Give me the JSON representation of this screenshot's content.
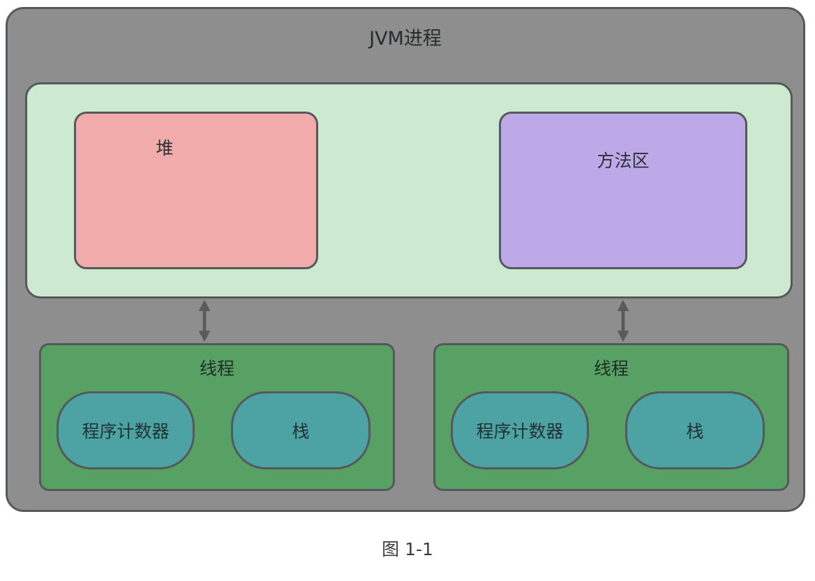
{
  "diagram": {
    "title": "JVM进程",
    "caption": "图 1-1",
    "memory": {
      "heap_label": "堆",
      "method_area_label": "方法区"
    },
    "threads": [
      {
        "label": "线程",
        "pc_label": "程序计数器",
        "stack_label": "栈"
      },
      {
        "label": "线程",
        "pc_label": "程序计数器",
        "stack_label": "栈"
      }
    ],
    "icons": {
      "arrow": "double-headed-vertical-arrow"
    },
    "colors": {
      "outer_fill": "#8e8e8e",
      "memory_fill": "#cde9d0",
      "heap_fill": "#f0abaa",
      "method_fill": "#bea9e8",
      "thread_fill": "#58a164",
      "pill_fill": "#4da3a3",
      "border": "#55595b",
      "arrow": "#5a5a5a",
      "text": "#2e3233"
    }
  }
}
